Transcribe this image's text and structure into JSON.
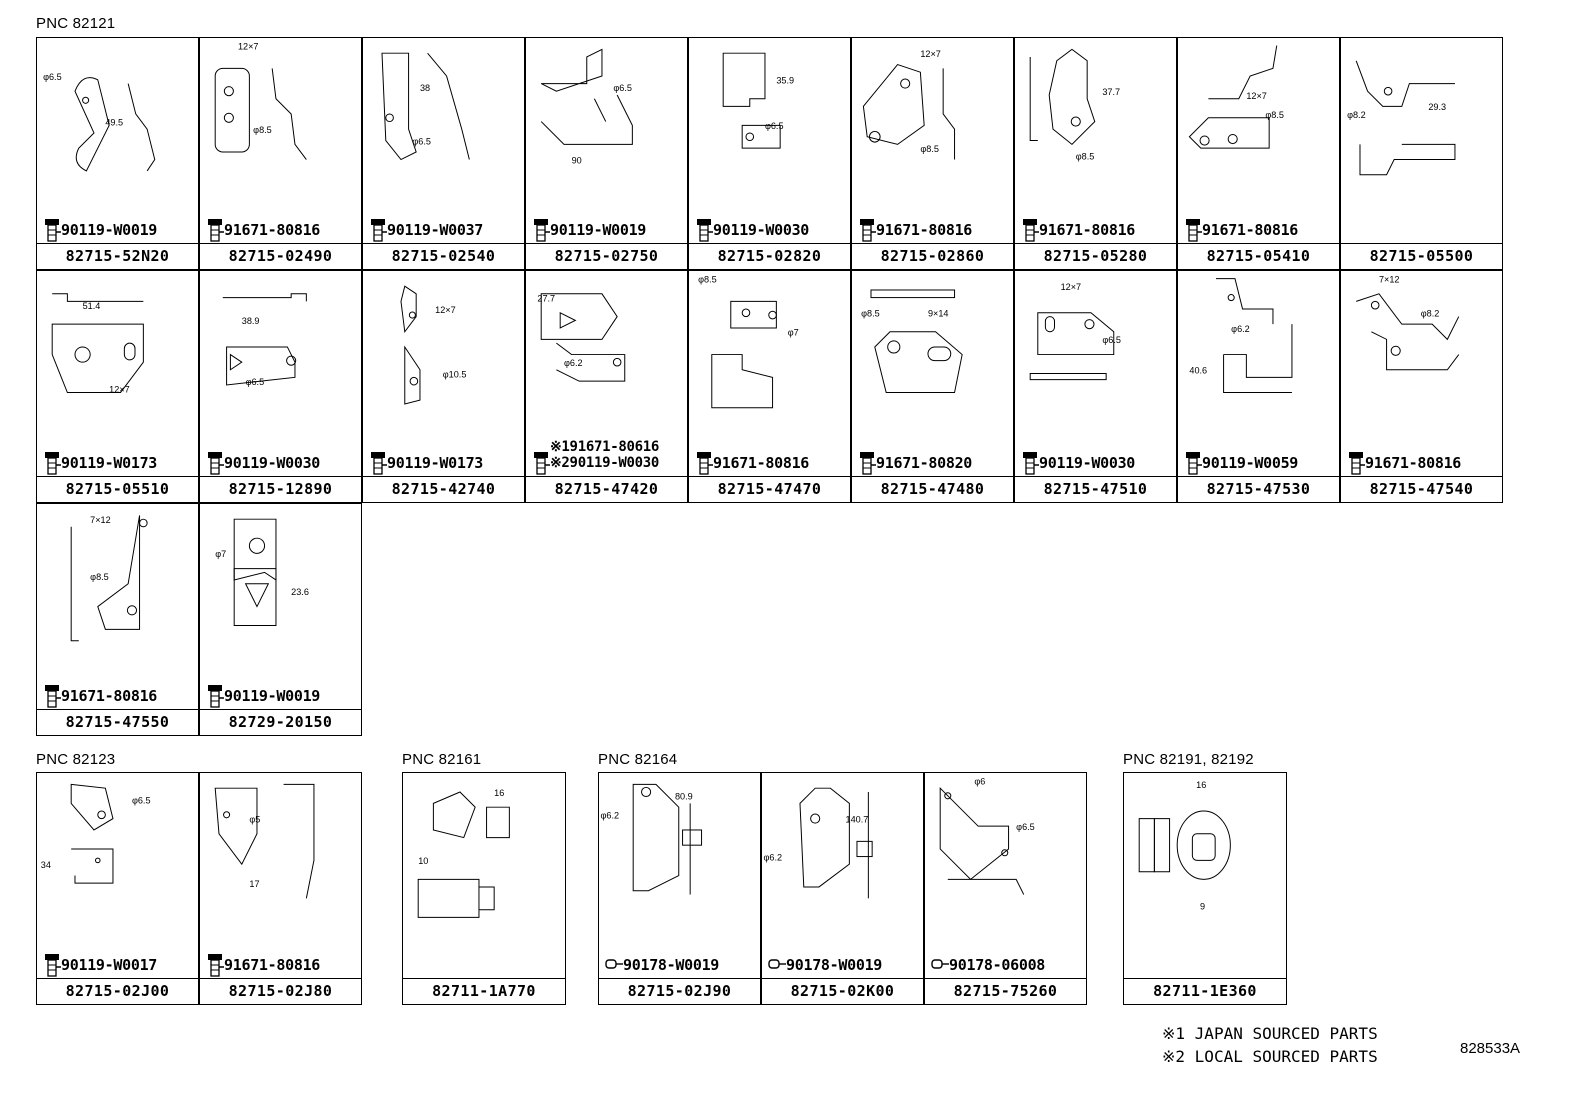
{
  "groups": [
    {
      "pnc": "PNC 82121",
      "cells": [
        {
          "fasteners": [
            "90119-W0019"
          ],
          "part": "82715-52N20",
          "dims": [
            "φ6.5",
            "49.5"
          ]
        },
        {
          "fasteners": [
            "91671-80816"
          ],
          "part": "82715-02490",
          "dims": [
            "12×7",
            "φ8.5"
          ]
        },
        {
          "fasteners": [
            "90119-W0037"
          ],
          "part": "82715-02540",
          "dims": [
            "38",
            "φ6.5"
          ]
        },
        {
          "fasteners": [
            "90119-W0019"
          ],
          "part": "82715-02750",
          "dims": [
            "φ6.5",
            "90"
          ]
        },
        {
          "fasteners": [
            "90119-W0030"
          ],
          "part": "82715-02820",
          "dims": [
            "35.9",
            "φ6.5"
          ]
        },
        {
          "fasteners": [
            "91671-80816"
          ],
          "part": "82715-02860",
          "dims": [
            "12×7",
            "φ8.5"
          ]
        },
        {
          "fasteners": [
            "91671-80816"
          ],
          "part": "82715-05280",
          "dims": [
            "37.7",
            "φ8.5"
          ]
        },
        {
          "fasteners": [
            "91671-80816"
          ],
          "part": "82715-05410",
          "dims": [
            "12×7",
            "φ8.5"
          ]
        },
        {
          "fasteners": [],
          "part": "82715-05500",
          "dims": [
            "φ8.2",
            "29.3"
          ]
        },
        {
          "fasteners": [
            "90119-W0173"
          ],
          "part": "82715-05510",
          "dims": [
            "51.4",
            "12×7"
          ]
        },
        {
          "fasteners": [
            "90119-W0030"
          ],
          "part": "82715-12890",
          "dims": [
            "38.9",
            "φ6.5"
          ]
        },
        {
          "fasteners": [
            "90119-W0173"
          ],
          "part": "82715-42740",
          "dims": [
            "12×7",
            "φ10.5"
          ]
        },
        {
          "fasteners": [
            "※191671-80616",
            "※290119-W0030"
          ],
          "part": "82715-47420",
          "dims": [
            "27.7",
            "φ6.2"
          ]
        },
        {
          "fasteners": [
            "91671-80816"
          ],
          "part": "82715-47470",
          "dims": [
            "φ8.5",
            "φ7"
          ]
        },
        {
          "fasteners": [
            "91671-80820"
          ],
          "part": "82715-47480",
          "dims": [
            "φ8.5",
            "9×14"
          ]
        },
        {
          "fasteners": [
            "90119-W0030"
          ],
          "part": "82715-47510",
          "dims": [
            "12×7",
            "φ6.5"
          ]
        },
        {
          "fasteners": [
            "90119-W0059"
          ],
          "part": "82715-47530",
          "dims": [
            "φ6.2",
            "40.6"
          ]
        },
        {
          "fasteners": [
            "91671-80816"
          ],
          "part": "82715-47540",
          "dims": [
            "7×12",
            "φ8.2"
          ]
        },
        {
          "fasteners": [
            "91671-80816"
          ],
          "part": "82715-47550",
          "dims": [
            "7×12",
            "φ8.5"
          ]
        },
        {
          "fasteners": [
            "90119-W0019"
          ],
          "part": "82729-20150",
          "dims": [
            "φ7",
            "23.6"
          ]
        }
      ]
    },
    {
      "pnc": "PNC 82123",
      "cells": [
        {
          "fasteners": [
            "90119-W0017"
          ],
          "part": "82715-02J00",
          "dims": [
            "φ6.5",
            "34"
          ]
        },
        {
          "fasteners": [
            "91671-80816"
          ],
          "part": "82715-02J80",
          "dims": [
            "φ5",
            "17"
          ]
        }
      ]
    },
    {
      "pnc": "PNC 82161",
      "cells": [
        {
          "fasteners": [],
          "part": "82711-1A770",
          "dims": [
            "16",
            "10"
          ]
        }
      ]
    },
    {
      "pnc": "PNC 82164",
      "cells": [
        {
          "fasteners": [
            "90178-W0019"
          ],
          "part": "82715-02J90",
          "dims": [
            "80.9",
            "φ6.2"
          ]
        },
        {
          "fasteners": [
            "90178-W0019"
          ],
          "part": "82715-02K00",
          "dims": [
            "140.7",
            "φ6.2"
          ]
        },
        {
          "fasteners": [
            "90178-06008"
          ],
          "part": "82715-75260",
          "dims": [
            "φ6",
            "φ6.5"
          ]
        }
      ]
    },
    {
      "pnc": "PNC 82191, 82192",
      "cells": [
        {
          "fasteners": [],
          "part": "82711-1E360",
          "dims": [
            "16",
            "9"
          ]
        }
      ]
    }
  ],
  "notes": [
    "※1 JAPAN SOURCED PARTS",
    "※2 LOCAL SOURCED PARTS"
  ],
  "diagram_ref": "828533A"
}
